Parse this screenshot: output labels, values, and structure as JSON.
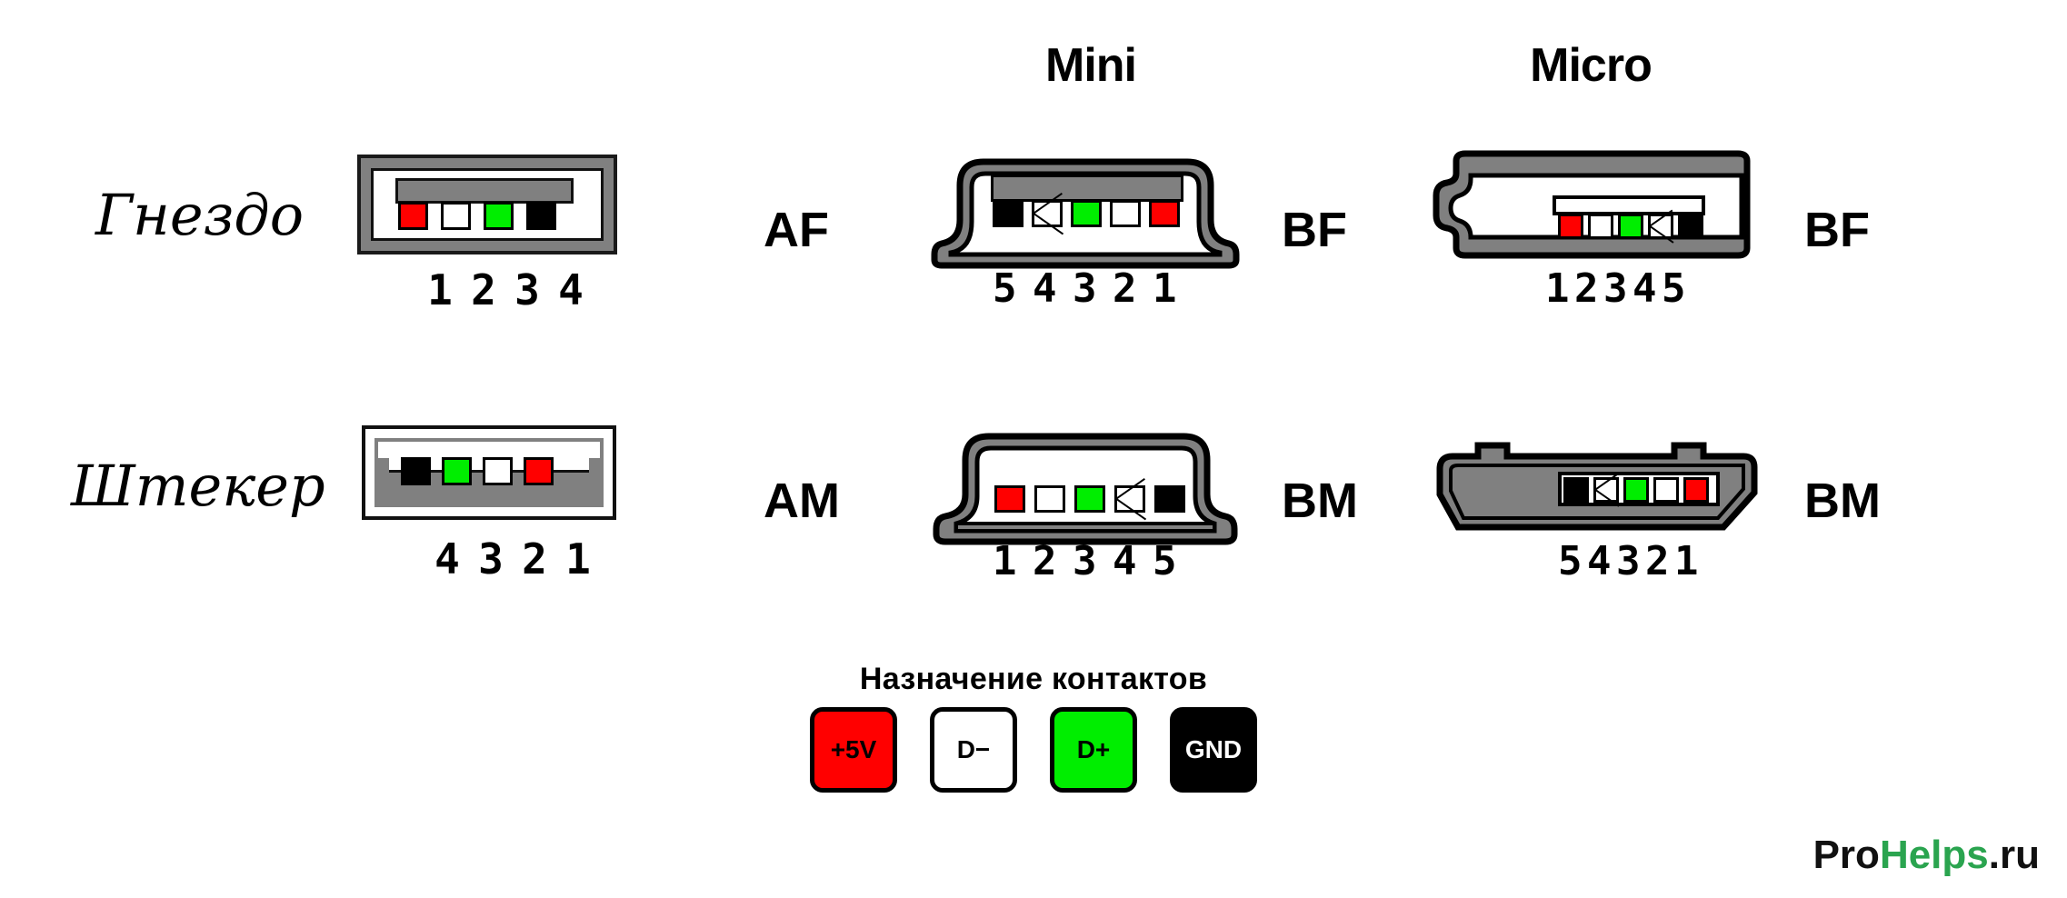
{
  "columns": [
    {
      "key": "standard",
      "label": ""
    },
    {
      "key": "mini",
      "label": "Mini"
    },
    {
      "key": "micro",
      "label": "Micro"
    }
  ],
  "rows": [
    {
      "key": "socket",
      "label": "Гнездо"
    },
    {
      "key": "plug",
      "label": "Штекер"
    }
  ],
  "connectors": {
    "af": {
      "tag": "AF",
      "pin_numbers": [
        "1",
        "2",
        "3",
        "4"
      ],
      "pins": [
        {
          "n": "1",
          "signal": "+5V",
          "color": "#ff0000",
          "nc": false
        },
        {
          "n": "2",
          "signal": "D−",
          "color": "#ffffff",
          "nc": false
        },
        {
          "n": "3",
          "signal": "D+",
          "color": "#00ee00",
          "nc": false
        },
        {
          "n": "4",
          "signal": "GND",
          "color": "#000000",
          "nc": false
        }
      ]
    },
    "am": {
      "tag": "AM",
      "pin_numbers": [
        "4",
        "3",
        "2",
        "1"
      ],
      "pins": [
        {
          "n": "4",
          "signal": "GND",
          "color": "#000000",
          "nc": false
        },
        {
          "n": "3",
          "signal": "D+",
          "color": "#00ee00",
          "nc": false
        },
        {
          "n": "2",
          "signal": "D−",
          "color": "#ffffff",
          "nc": false
        },
        {
          "n": "1",
          "signal": "+5V",
          "color": "#ff0000",
          "nc": false
        }
      ]
    },
    "bf_mini": {
      "tag": "BF",
      "pin_numbers": [
        "5",
        "4",
        "3",
        "2",
        "1"
      ],
      "pins": [
        {
          "n": "5",
          "signal": "GND",
          "color": "#000000",
          "nc": false
        },
        {
          "n": "4",
          "signal": "NC",
          "color": "#ffffff",
          "nc": true
        },
        {
          "n": "3",
          "signal": "D+",
          "color": "#00ee00",
          "nc": false
        },
        {
          "n": "2",
          "signal": "D−",
          "color": "#ffffff",
          "nc": false
        },
        {
          "n": "1",
          "signal": "+5V",
          "color": "#ff0000",
          "nc": false
        }
      ]
    },
    "bm_mini": {
      "tag": "BM",
      "pin_numbers": [
        "1",
        "2",
        "3",
        "4",
        "5"
      ],
      "pins": [
        {
          "n": "1",
          "signal": "+5V",
          "color": "#ff0000",
          "nc": false
        },
        {
          "n": "2",
          "signal": "D−",
          "color": "#ffffff",
          "nc": false
        },
        {
          "n": "3",
          "signal": "D+",
          "color": "#00ee00",
          "nc": false
        },
        {
          "n": "4",
          "signal": "NC",
          "color": "#ffffff",
          "nc": true
        },
        {
          "n": "5",
          "signal": "GND",
          "color": "#000000",
          "nc": false
        }
      ]
    },
    "bf_micro": {
      "tag": "BF",
      "pin_numbers": [
        "1",
        "2",
        "3",
        "4",
        "5"
      ],
      "pins": [
        {
          "n": "1",
          "signal": "+5V",
          "color": "#ff0000",
          "nc": false
        },
        {
          "n": "2",
          "signal": "D−",
          "color": "#ffffff",
          "nc": false
        },
        {
          "n": "3",
          "signal": "D+",
          "color": "#00ee00",
          "nc": false
        },
        {
          "n": "4",
          "signal": "NC",
          "color": "#ffffff",
          "nc": true
        },
        {
          "n": "5",
          "signal": "GND",
          "color": "#000000",
          "nc": false
        }
      ]
    },
    "bm_micro": {
      "tag": "BM",
      "pin_numbers": [
        "5",
        "4",
        "3",
        "2",
        "1"
      ],
      "pins": [
        {
          "n": "5",
          "signal": "GND",
          "color": "#000000",
          "nc": false
        },
        {
          "n": "4",
          "signal": "NC",
          "color": "#ffffff",
          "nc": true
        },
        {
          "n": "3",
          "signal": "D+",
          "color": "#00ee00",
          "nc": false
        },
        {
          "n": "2",
          "signal": "D−",
          "color": "#ffffff",
          "nc": false
        },
        {
          "n": "1",
          "signal": "+5V",
          "color": "#ff0000",
          "nc": false
        }
      ]
    }
  },
  "legend": {
    "title": "Назначение контактов",
    "items": [
      {
        "label": "+5V",
        "fill": "#ff0000",
        "text_color": "#000000"
      },
      {
        "label": "D−",
        "fill": "#ffffff",
        "text_color": "#000000"
      },
      {
        "label": "D+",
        "fill": "#00ee00",
        "text_color": "#000000"
      },
      {
        "label": "GND",
        "fill": "#000000",
        "text_color": "#ffffff"
      }
    ]
  },
  "watermark": {
    "part1": "Pro",
    "part2": "Helps",
    "part3": ".ru",
    "accent": "#2aa44f"
  },
  "palette": {
    "shell_gray": "#808080",
    "outline": "#111111",
    "pin_red": "#ff0000",
    "pin_white": "#ffffff",
    "pin_green": "#00ee00",
    "pin_black": "#000000",
    "background": "#ffffff"
  }
}
